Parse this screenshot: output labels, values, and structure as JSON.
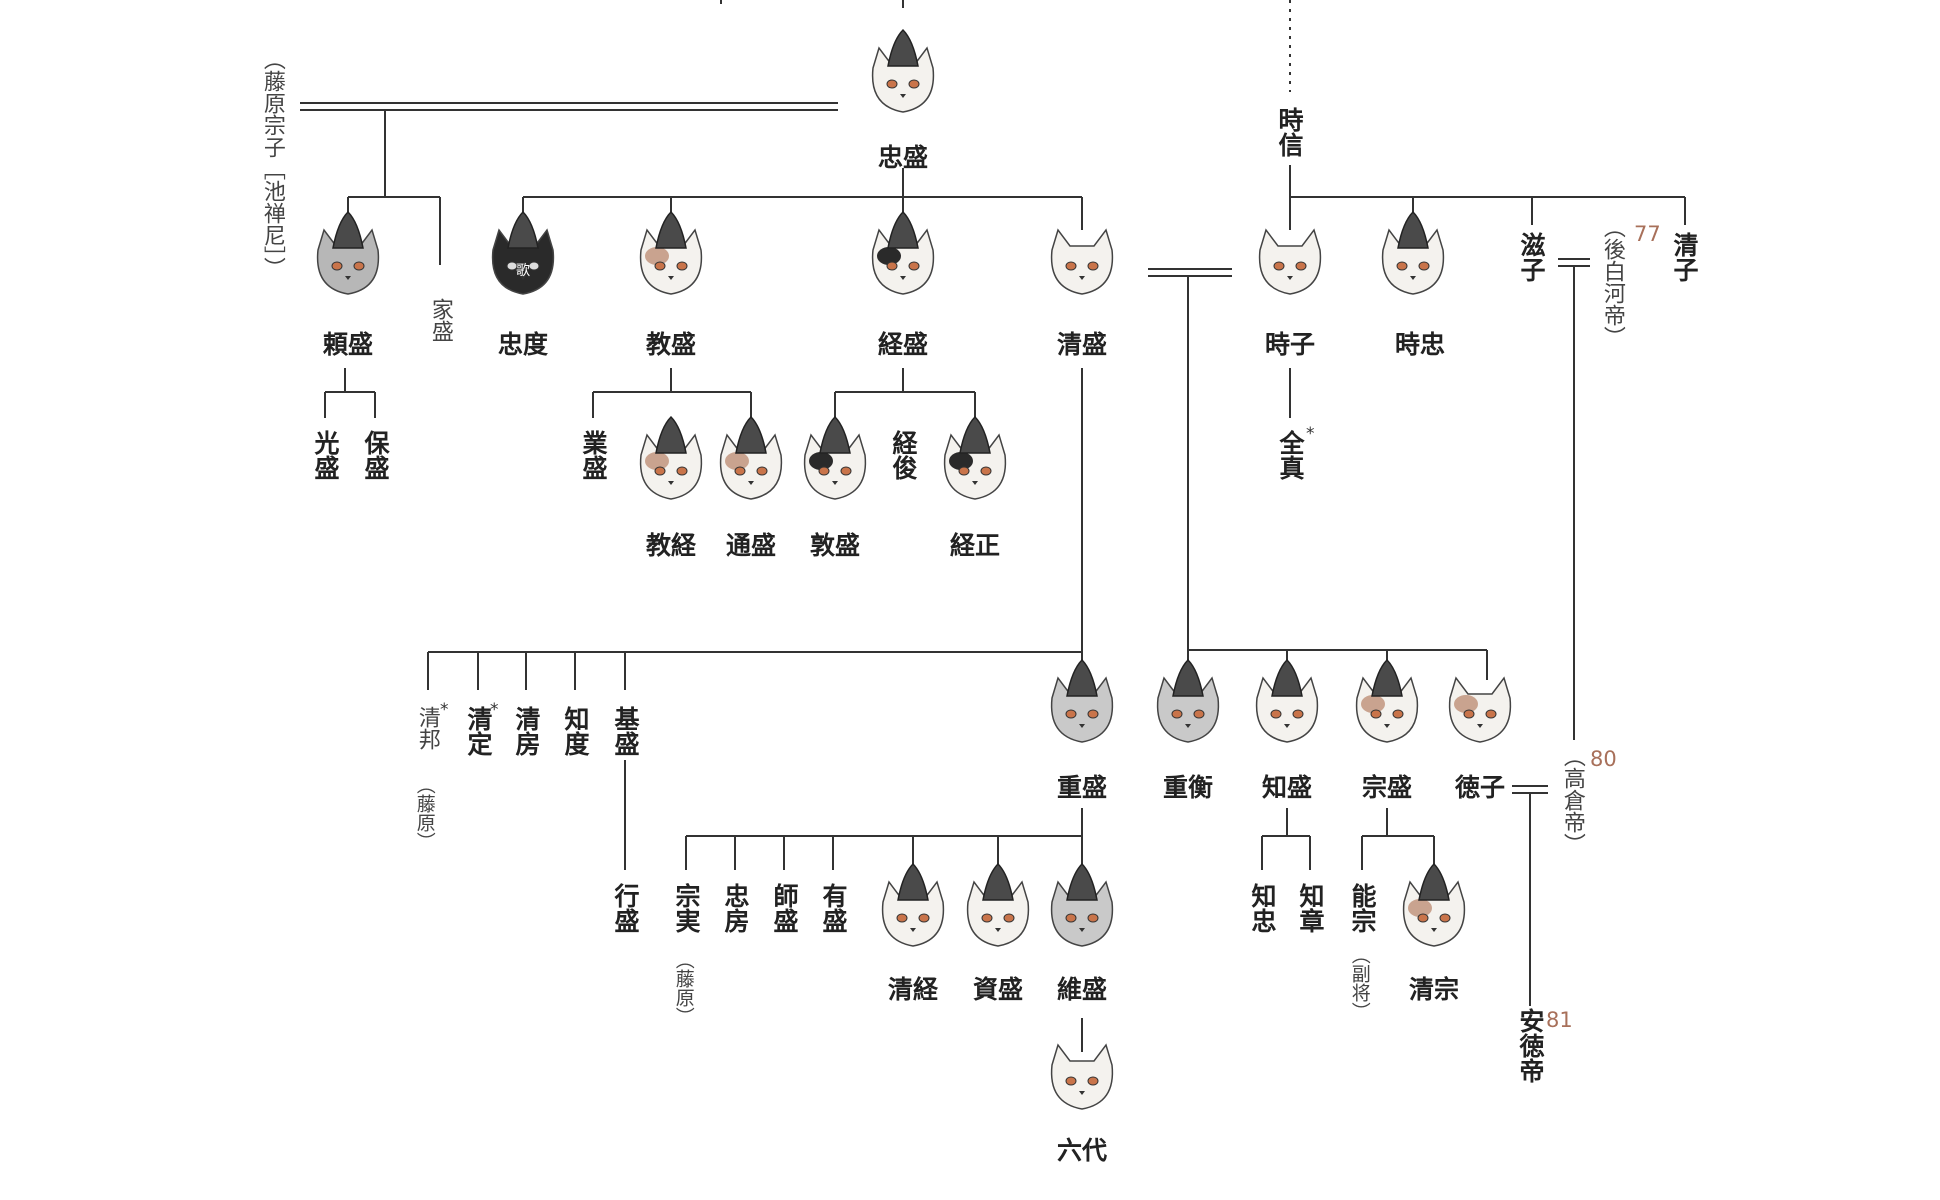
{
  "colors": {
    "line": "#333333",
    "number": "#a8705a",
    "hat": "#4a4a4a",
    "fur": "#f4f2ee",
    "eye": "#c9744a"
  },
  "people": {
    "tadamori": "忠盛",
    "tokinobu": "時信",
    "sou_shi": "（藤原宗子［池禅尼］）",
    "yorimori": "頼盛",
    "iemori": "家盛",
    "tadanori": "忠度",
    "norimori": "教盛",
    "tsunemori": "経盛",
    "kiyomori": "清盛",
    "tokiko": "時子",
    "tokitada": "時忠",
    "shigeko": "滋子",
    "goshirakawa": "（後白河帝）",
    "kiyoko": "清子",
    "mitsumori": "光盛",
    "yasumori": "保盛",
    "narimori": "業盛",
    "noritsune": "教経",
    "michimori": "通盛",
    "atsumori": "敦盛",
    "tsunetoshi": "経俊",
    "tsunemasa": "経正",
    "zenshin": "全真",
    "kiyokuni": "清邦",
    "kiyokuni_note": "（藤原）",
    "kiyosada": "清定",
    "kiyofusa": "清房",
    "tomonori": "知度",
    "motomori": "基盛",
    "shigemori": "重盛",
    "shigehira": "重衡",
    "tomomori": "知盛",
    "munemori": "宗盛",
    "tokuko": "徳子",
    "takakura": "（高倉帝）",
    "yukimori": "行盛",
    "munezane": "宗実",
    "munezane_note": "（藤原）",
    "tadafusa": "忠房",
    "morozane": "師盛",
    "arimori": "有盛",
    "kiyotsune": "清経",
    "sukemori": "資盛",
    "koremori": "維盛",
    "rokudai": "六代",
    "tomotada": "知忠",
    "tomoakira": "知章",
    "yoshimune": "能宗",
    "yoshimune_note": "（副将）",
    "kiyomune": "清宗",
    "antoku": "安徳帝"
  },
  "marks": {
    "star": "*",
    "emperor_77": "77",
    "emperor_80": "80",
    "emperor_81": "81",
    "uta": "歌"
  }
}
